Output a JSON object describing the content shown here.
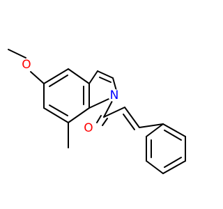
{
  "molecule": {
    "atoms": {
      "methoxy_oxygen": {
        "symbol": "O",
        "color": "#ff0000"
      },
      "indole_nitrogen": {
        "symbol": "N",
        "color": "#0000ff"
      },
      "carbonyl_oxygen": {
        "symbol": "O",
        "color": "#ff0000"
      }
    },
    "bond_color": "#000000"
  }
}
